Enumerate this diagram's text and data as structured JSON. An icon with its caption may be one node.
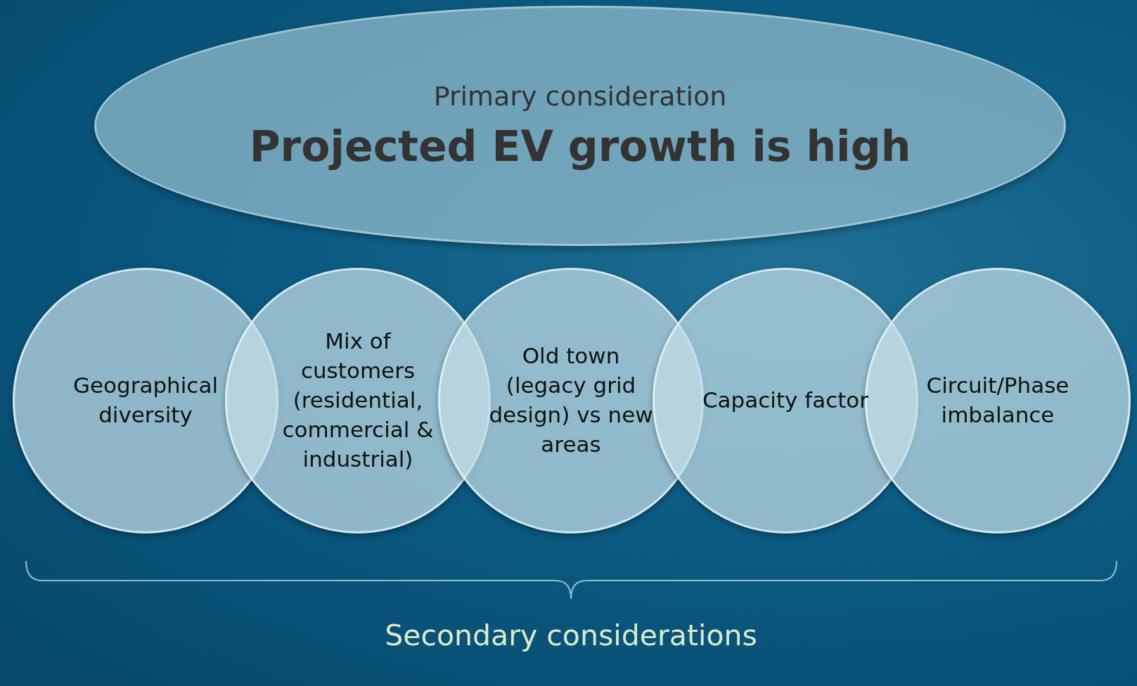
{
  "diagram": {
    "nodes": [
      {
        "text": [
          "Primary consideration",
          "Projected EV growth is high"
        ]
      },
      {
        "text": [
          "Geographical diversity"
        ]
      },
      {
        "text": [
          "Mix of customers (residential, commercial & industrial)"
        ]
      },
      {
        "text": [
          "Old town (legacy grid design) vs new areas"
        ]
      },
      {
        "text": [
          "Capacity factor"
        ]
      },
      {
        "text": [
          "Circuit/Phase imbalance"
        ]
      }
    ],
    "edges": [],
    "labels": [
      "Secondary considerations"
    ]
  }
}
